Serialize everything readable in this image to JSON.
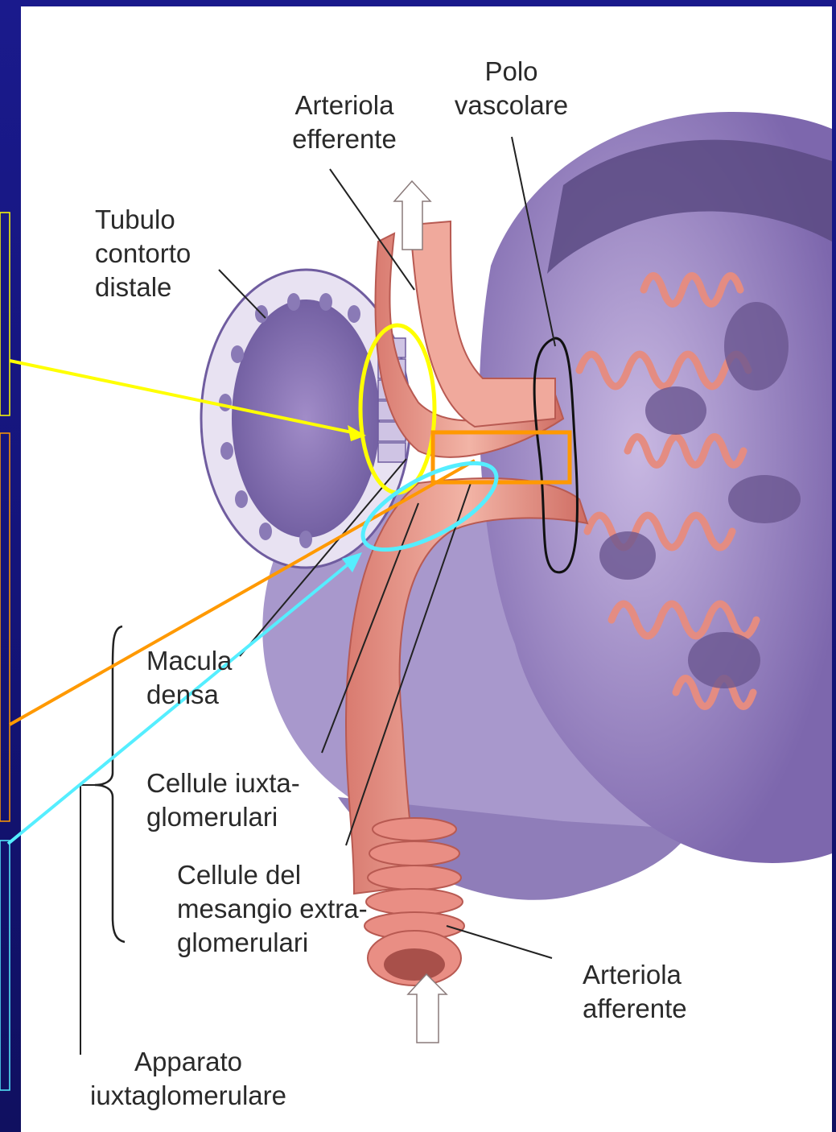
{
  "labels": {
    "tubulo": [
      "Tubulo",
      "contorto",
      "distale"
    ],
    "arteriola_efferente": [
      "Arteriola",
      "efferente"
    ],
    "polo_vascolare": [
      "Polo",
      "vascolare"
    ],
    "macula_densa": [
      "Macula",
      "densa"
    ],
    "cellule_iuxta": [
      "Cellule iuxta-",
      "glomerulari"
    ],
    "cellule_mesangio": [
      "Cellule del",
      "mesangio extra-",
      "glomerulari"
    ],
    "arteriola_afferente": [
      "Arteriola",
      "afferente"
    ],
    "apparato": [
      "Apparato",
      "iuxtaglomerulare"
    ]
  },
  "colors": {
    "background": "#1a1a8c",
    "panel": "#ffffff",
    "yellow_annotation": "#ffff00",
    "orange_annotation": "#ff9900",
    "cyan_annotation": "#55eeff",
    "tissue_purple": "#9a86c4",
    "arteriole_pink": "#e89a8a"
  }
}
